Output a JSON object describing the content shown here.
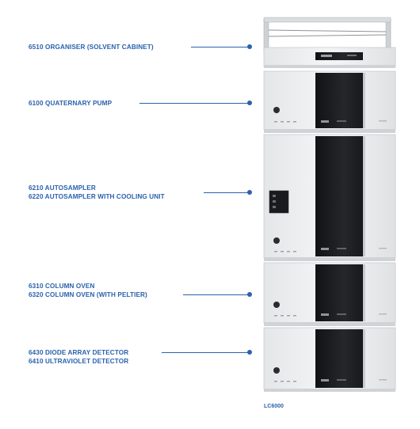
{
  "colors": {
    "accent": "#2a62ad",
    "panel_dark": "#1e1f22",
    "module_body": "#eef0f1",
    "module_edge": "#c7cacd"
  },
  "callouts": [
    {
      "lines": [
        "6510 ORGANISER (SOLVENT CABINET)"
      ]
    },
    {
      "lines": [
        "6100 QUATERNARY PUMP"
      ]
    },
    {
      "lines": [
        "6210 AUTOSAMPLER",
        "6220 AUTOSAMPLER WITH COOLING UNIT"
      ]
    },
    {
      "lines": [
        "6310 COLUMN OVEN",
        "6320 COLUMN OVEN (WITH PELTIER)"
      ]
    },
    {
      "lines": [
        "6430 DIODE ARRAY DETECTOR",
        "6410 ULTRAVIOLET DETECTOR"
      ]
    }
  ],
  "product_code": "LC6000"
}
